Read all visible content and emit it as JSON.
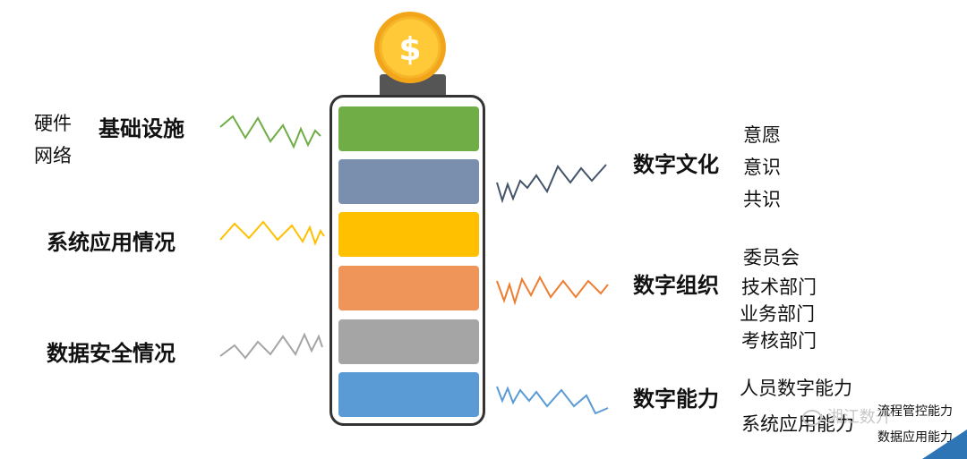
{
  "coin": {
    "symbol": "$"
  },
  "left": {
    "items": [
      {
        "title": "基础设施",
        "sub": [
          "硬件",
          "网络"
        ],
        "color": "#70ad47"
      },
      {
        "title": "系统应用情况",
        "sub": [],
        "color": "#ffc000"
      },
      {
        "title": "数据安全情况",
        "sub": [],
        "color": "#a5a5a5"
      }
    ]
  },
  "right": {
    "items": [
      {
        "title": "数字文化",
        "sub": [
          "意愿",
          "意识",
          "共识"
        ],
        "color": "#44546a"
      },
      {
        "title": "数字组织",
        "sub": [
          "委员会",
          "技术部门",
          "业务部门",
          "考核部门"
        ],
        "color": "#ed7d31"
      },
      {
        "title": "数字能力",
        "sub": [
          "人员数字能力",
          "系统应用能力"
        ],
        "color": "#5b9bd5"
      }
    ]
  },
  "footer": {
    "line1": "流程管控能力",
    "line2": "数据应用能力",
    "watermark": "湘江数开"
  },
  "battery": {
    "blocks": [
      {
        "name": "green",
        "color": "#70ad47"
      },
      {
        "name": "slate",
        "color": "#7a8fad"
      },
      {
        "name": "gold",
        "color": "#ffc000"
      },
      {
        "name": "orange",
        "color": "#f0955a"
      },
      {
        "name": "gray",
        "color": "#a5a5a5"
      },
      {
        "name": "blue",
        "color": "#5b9bd5"
      }
    ]
  }
}
